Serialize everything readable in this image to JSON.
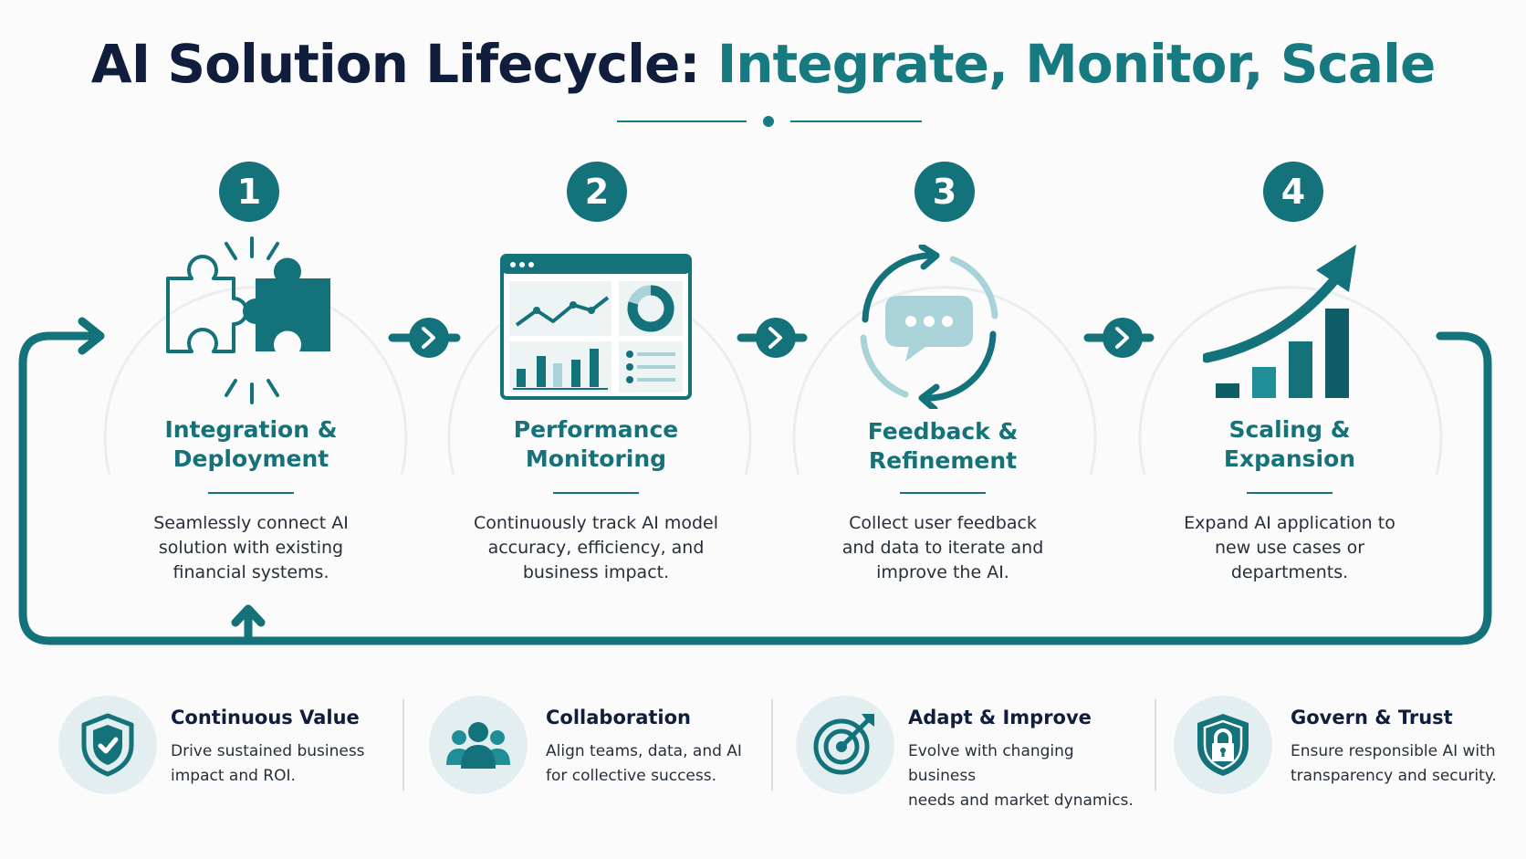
{
  "title": {
    "main": "AI Solution Lifecycle:",
    "accent": "Integrate, Monitor, Scale"
  },
  "colors": {
    "primary": "#13727a",
    "dark_navy": "#101d3d",
    "light_teal": "#a9d3d8",
    "circle_bg": "#e3eef0"
  },
  "steps": [
    {
      "number": "1",
      "icon": "puzzle-icon",
      "title_line1": "Integration &",
      "title_line2": "Deployment",
      "desc_line1": "Seamlessly connect AI",
      "desc_line2": "solution with existing",
      "desc_line3": "financial systems."
    },
    {
      "number": "2",
      "icon": "dashboard-icon",
      "title_line1": "Performance",
      "title_line2": "Monitoring",
      "desc_line1": "Continuously track AI model",
      "desc_line2": "accuracy, efficiency, and",
      "desc_line3": "business impact."
    },
    {
      "number": "3",
      "icon": "feedback-cycle-icon",
      "title_line1": "Feedback &",
      "title_line2": "Refinement",
      "desc_line1": "Collect user feedback",
      "desc_line2": "and data to iterate and",
      "desc_line3": "improve the AI."
    },
    {
      "number": "4",
      "icon": "growth-chart-icon",
      "title_line1": "Scaling &",
      "title_line2": "Expansion",
      "desc_line1": "Expand AI application to",
      "desc_line2": "new use cases or",
      "desc_line3": "departments."
    }
  ],
  "values": [
    {
      "icon": "shield-check-icon",
      "title": "Continuous Value",
      "desc_line1": "Drive sustained business",
      "desc_line2": "impact and ROI."
    },
    {
      "icon": "team-icon",
      "title": "Collaboration",
      "desc_line1": "Align teams, data, and AI",
      "desc_line2": "for collective success."
    },
    {
      "icon": "target-icon",
      "title": "Adapt & Improve",
      "desc_line1": "Evolve with changing business",
      "desc_line2": "needs and market dynamics."
    },
    {
      "icon": "shield-lock-icon",
      "title": "Govern & Trust",
      "desc_line1": "Ensure responsible AI with",
      "desc_line2": "transparency and security."
    }
  ]
}
